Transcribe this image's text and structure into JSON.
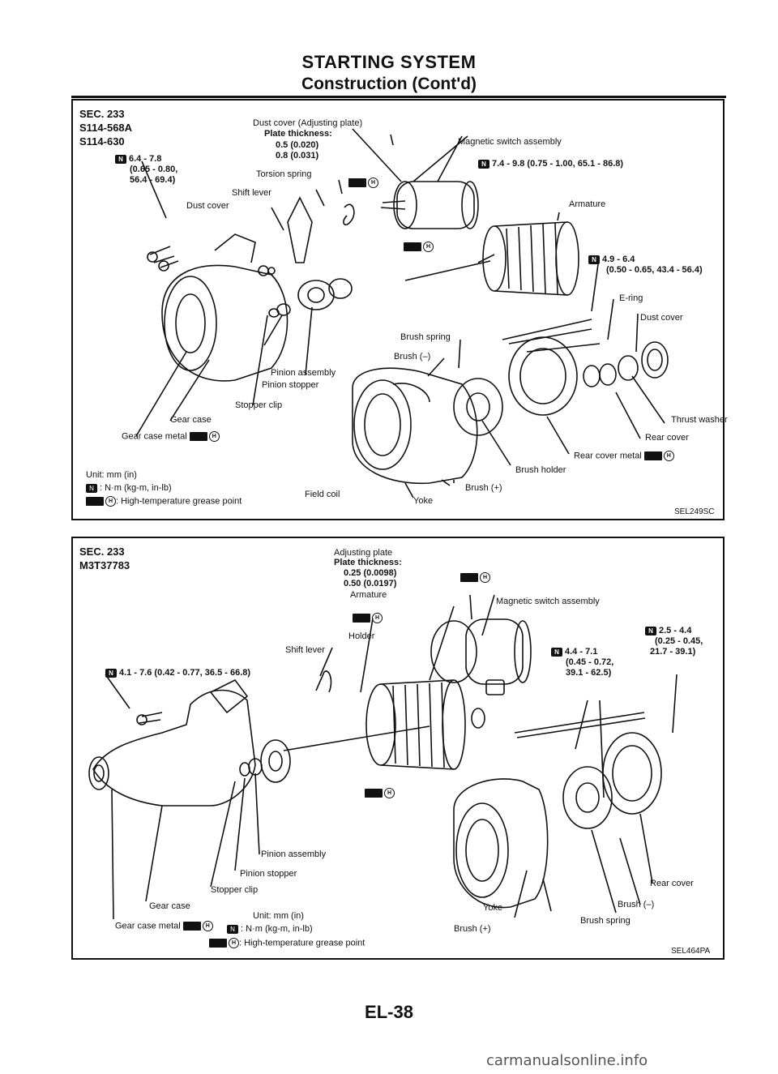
{
  "header": {
    "title": "STARTING SYSTEM",
    "subtitle": "Construction (Cont'd)"
  },
  "diagram1": {
    "sec": "SEC. 233",
    "model_a": "S114-568A",
    "model_b": "S114-630",
    "torque_a_1": "6.4 - 7.8",
    "torque_a_2": "(0.65 - 0.80,",
    "torque_a_3": "56.4 - 69.4)",
    "dust_cover_adj": "Dust cover (Adjusting plate)",
    "plate_thickness": "Plate thickness:",
    "plate_1": "0.5 (0.020)",
    "plate_2": "0.8 (0.031)",
    "torsion_spring": "Torsion spring",
    "shift_lever": "Shift lever",
    "dust_cover": "Dust cover",
    "magnetic_switch": "Magnetic switch assembly",
    "torque_b": "7.4 - 9.8 (0.75 - 1.00, 65.1 - 86.8)",
    "armature": "Armature",
    "torque_c_1": "4.9 - 6.4",
    "torque_c_2": "(0.50 - 0.65, 43.4 - 56.4)",
    "e_ring": "E-ring",
    "dust_cover_2": "Dust cover",
    "brush_spring": "Brush spring",
    "brush_neg": "Brush (–)",
    "pinion_assembly": "Pinion assembly",
    "pinion_stopper": "Pinion stopper",
    "stopper_clip": "Stopper clip",
    "gear_case": "Gear case",
    "gear_case_metal": "Gear case metal",
    "thrust_washer": "Thrust washer",
    "rear_cover": "Rear cover",
    "rear_cover_metal": "Rear cover metal",
    "brush_holder": "Brush holder",
    "unit": "Unit: mm (in)",
    "torque_unit": ": N·m (kg-m, in-lb)",
    "grease": ": High-temperature grease point",
    "field_coil": "Field coil",
    "yoke": "Yoke",
    "brush_pos": "Brush (+)",
    "code": "SEL249SC"
  },
  "diagram2": {
    "sec": "SEC. 233",
    "model": "M3T37783",
    "adjusting_plate": "Adjusting plate",
    "plate_thickness": "Plate thickness:",
    "plate_1": "0.25 (0.0098)",
    "plate_2": "0.50 (0.0197)",
    "armature": "Armature",
    "magnetic_switch": "Magnetic switch assembly",
    "holder": "Holder",
    "shift_lever": "Shift lever",
    "torque_a": "4.1 - 7.6 (0.42 - 0.77, 36.5 - 66.8)",
    "torque_b_1": "2.5 - 4.4",
    "torque_b_2": "(0.25 - 0.45,",
    "torque_b_3": "21.7 - 39.1)",
    "torque_c_1": "4.4 - 7.1",
    "torque_c_2": "(0.45 - 0.72,",
    "torque_c_3": "39.1 - 62.5)",
    "pinion_assembly": "Pinion assembly",
    "pinion_stopper": "Pinion stopper",
    "stopper_clip": "Stopper clip",
    "gear_case": "Gear case",
    "gear_case_metal": "Gear case metal",
    "rear_cover": "Rear cover",
    "brush_neg": "Brush (–)",
    "yoke": "Yoke",
    "brush_spring": "Brush spring",
    "brush_pos": "Brush (+)",
    "unit": "Unit: mm (in)",
    "torque_unit": ": N·m (kg-m, in-lb)",
    "grease": ": High-temperature grease point",
    "code": "SEL464PA"
  },
  "icons": {
    "torque": "torque-wrench-icon",
    "grease": "grease-point-icon",
    "torque_glyph": "N",
    "heat_glyph": "H"
  },
  "footer": {
    "page": "EL-38",
    "watermark": "carmanualsonline.info"
  }
}
